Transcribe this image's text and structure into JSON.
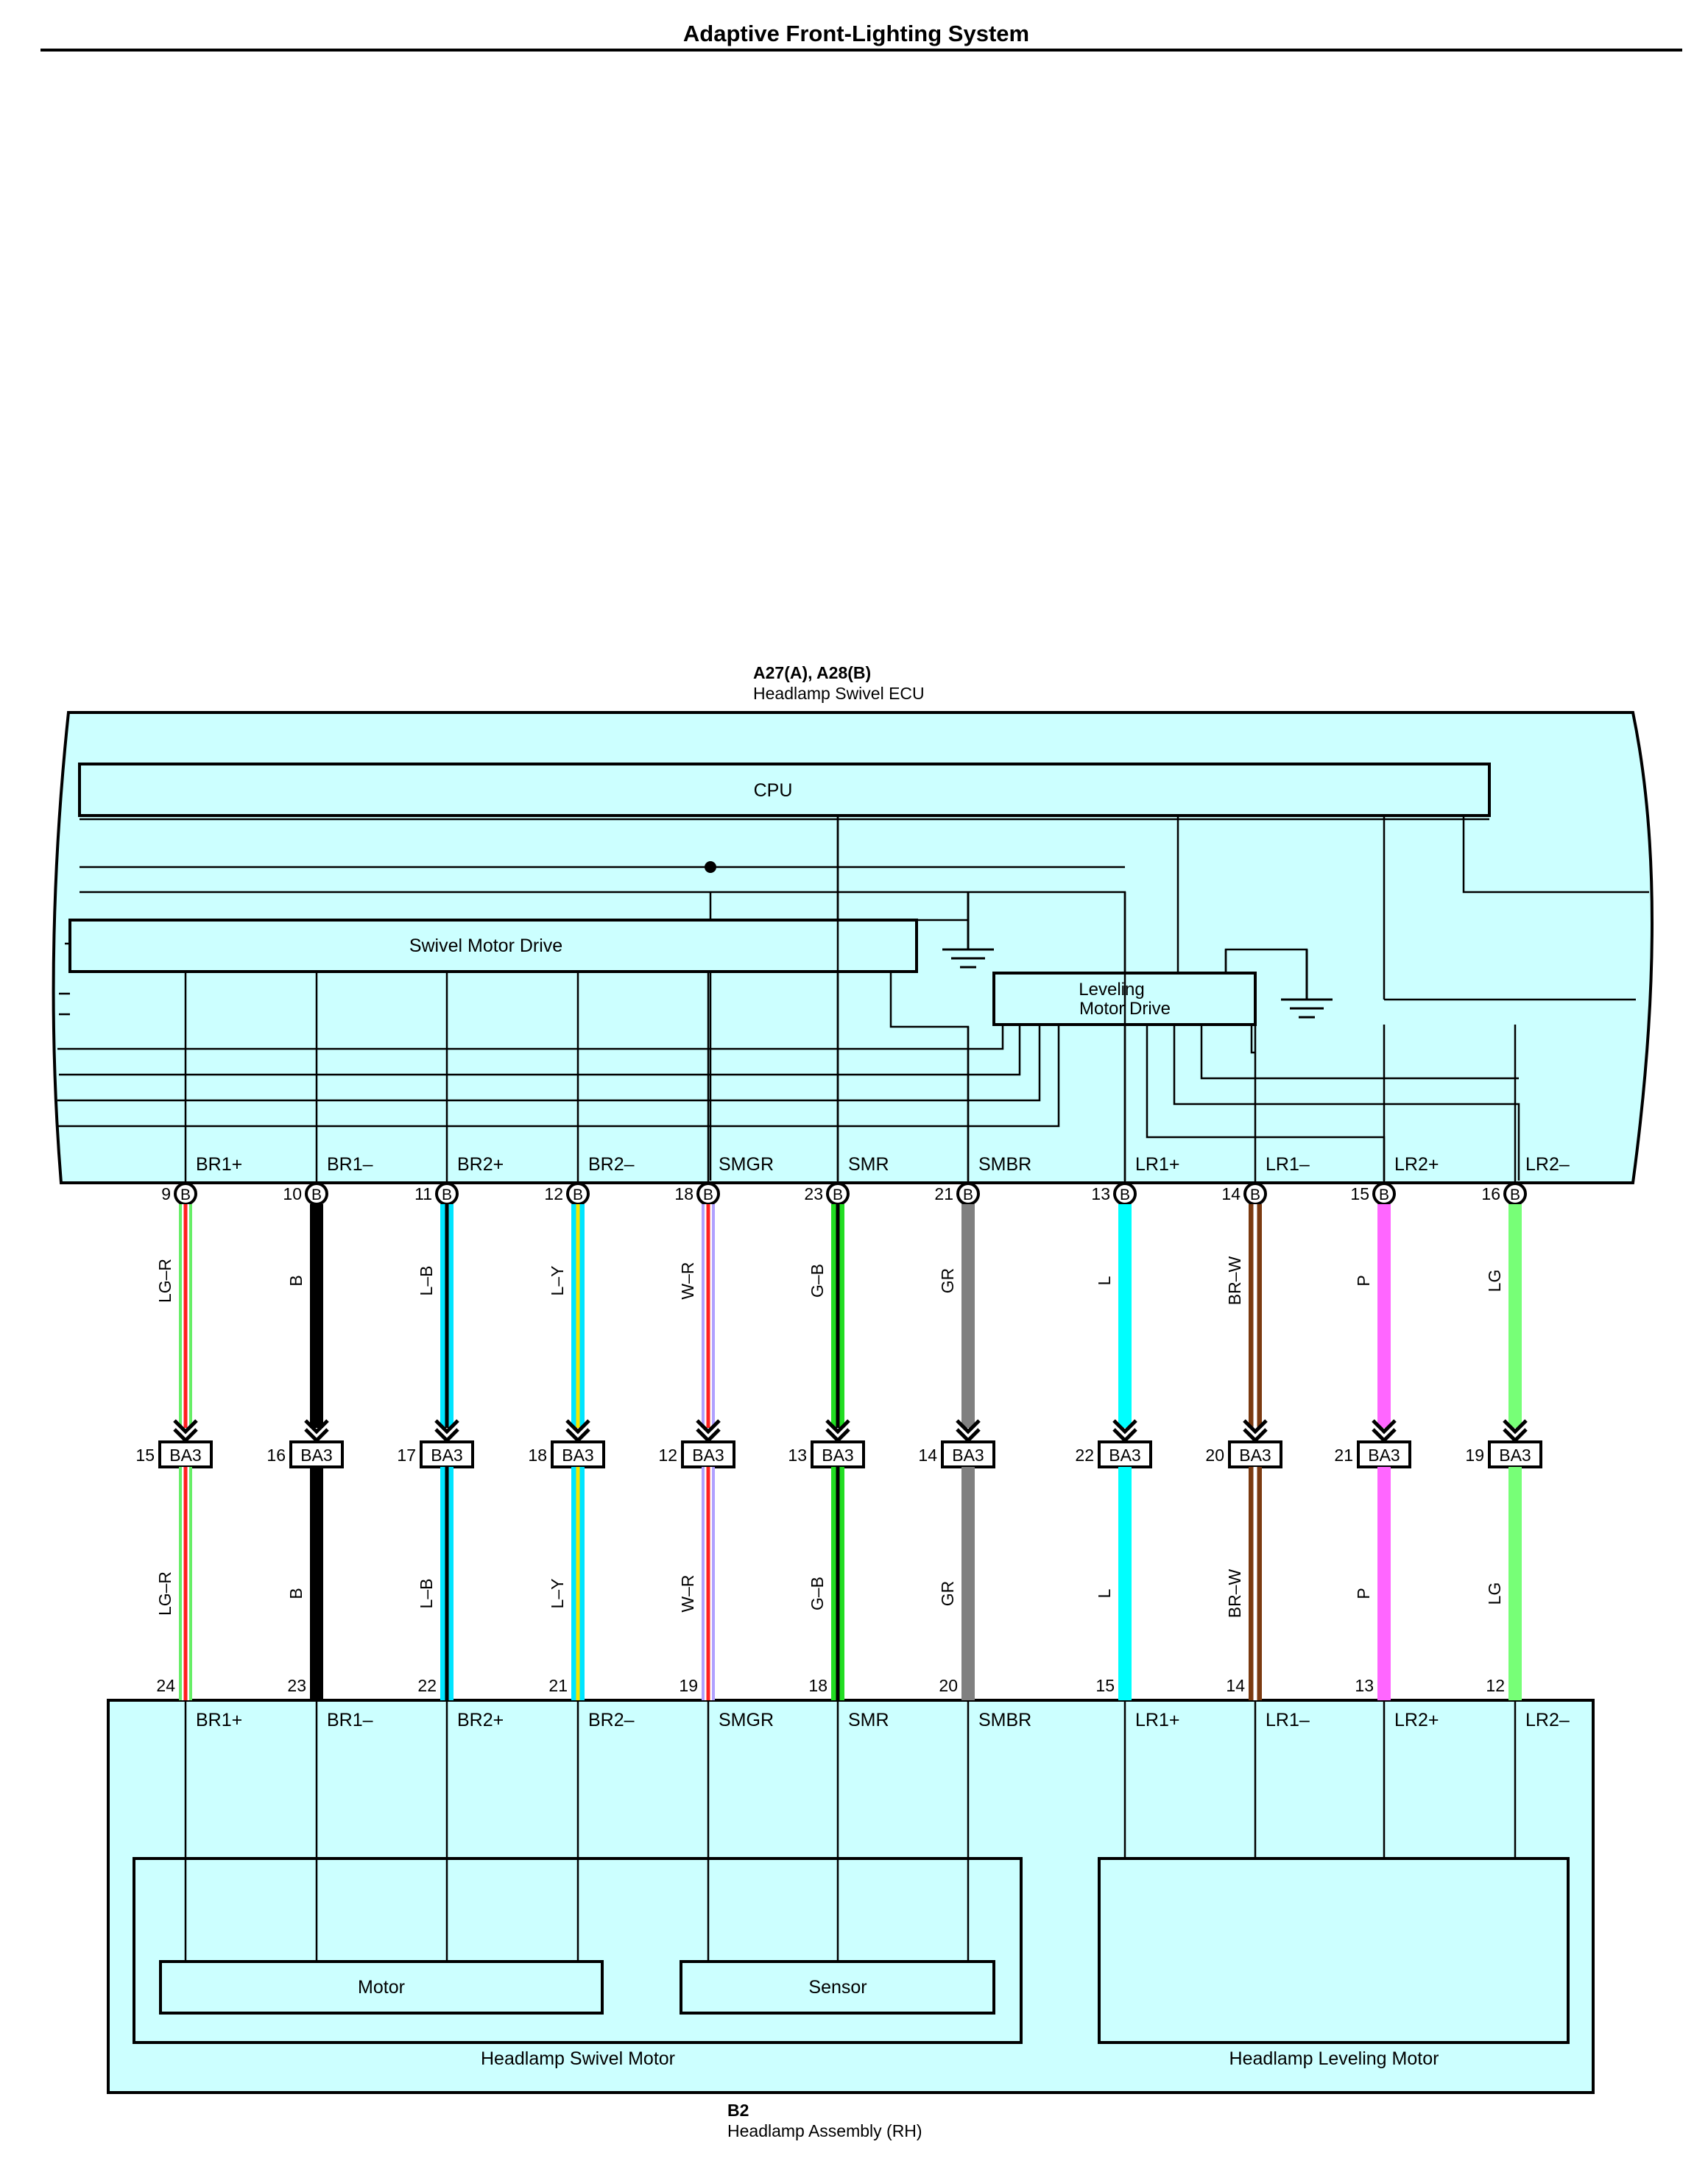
{
  "page": {
    "title": "Adaptive Front-Lighting System"
  },
  "ecu": {
    "connector_ref": "A27(A), A28(B)",
    "name": "Headlamp Swivel ECU",
    "cpu_label": "CPU",
    "swivel_drive_label": "Swivel Motor Drive",
    "leveling_drive_label_line1": "Leveling",
    "leveling_drive_label_line2": "Motor Drive"
  },
  "assembly": {
    "connector_ref": "B2",
    "name": "Headlamp Assembly (RH)",
    "swivel_motor_label": "Headlamp Swivel Motor",
    "leveling_motor_label": "Headlamp Leveling Motor",
    "motor_label": "Motor",
    "sensor_label": "Sensor"
  },
  "junction_label": "BA3",
  "connector_letter": "B",
  "colors": {
    "panel_fill": "#ccffff",
    "line": "#000000"
  },
  "circuits": [
    {
      "signal": "BR1+",
      "ecu_pin": "9",
      "junction_pin": "15",
      "assy_pin": "24",
      "wire": "LG–R",
      "base": "#ffffff",
      "stripe": "#ff2020",
      "edge": "#66ee66"
    },
    {
      "signal": "BR1–",
      "ecu_pin": "10",
      "junction_pin": "16",
      "assy_pin": "23",
      "wire": "B",
      "base": "#000000",
      "stripe": "",
      "edge": ""
    },
    {
      "signal": "BR2+",
      "ecu_pin": "11",
      "junction_pin": "17",
      "assy_pin": "22",
      "wire": "L–B",
      "base": "#00e5ff",
      "stripe": "#000000",
      "edge": "#00e5ff"
    },
    {
      "signal": "BR2–",
      "ecu_pin": "12",
      "junction_pin": "18",
      "assy_pin": "21",
      "wire": "L–Y",
      "base": "#00e5ff",
      "stripe": "#f2e600",
      "edge": "#00e5ff"
    },
    {
      "signal": "SMGR",
      "ecu_pin": "18",
      "junction_pin": "12",
      "assy_pin": "19",
      "wire": "W–R",
      "base": "#ffffff",
      "stripe": "#ff2020",
      "edge": "#b0a0ff"
    },
    {
      "signal": "SMR",
      "ecu_pin": "23",
      "junction_pin": "13",
      "assy_pin": "18",
      "wire": "G–B",
      "base": "#22dd22",
      "stripe": "#000000",
      "edge": "#22dd22"
    },
    {
      "signal": "SMBR",
      "ecu_pin": "21",
      "junction_pin": "14",
      "assy_pin": "20",
      "wire": "GR",
      "base": "#808080",
      "stripe": "",
      "edge": ""
    },
    {
      "signal": "LR1+",
      "ecu_pin": "13",
      "junction_pin": "22",
      "assy_pin": "15",
      "wire": "L",
      "base": "#00ffff",
      "stripe": "",
      "edge": ""
    },
    {
      "signal": "LR1–",
      "ecu_pin": "14",
      "junction_pin": "20",
      "assy_pin": "14",
      "wire": "BR–W",
      "base": "#7b3a10",
      "stripe": "#ffffff",
      "edge": "#7b3a10"
    },
    {
      "signal": "LR2+",
      "ecu_pin": "15",
      "junction_pin": "21",
      "assy_pin": "13",
      "wire": "P",
      "base": "#ff66ff",
      "stripe": "",
      "edge": ""
    },
    {
      "signal": "LR2–",
      "ecu_pin": "16",
      "junction_pin": "19",
      "assy_pin": "12",
      "wire": "LG",
      "base": "#77ff77",
      "stripe": "",
      "edge": ""
    }
  ]
}
